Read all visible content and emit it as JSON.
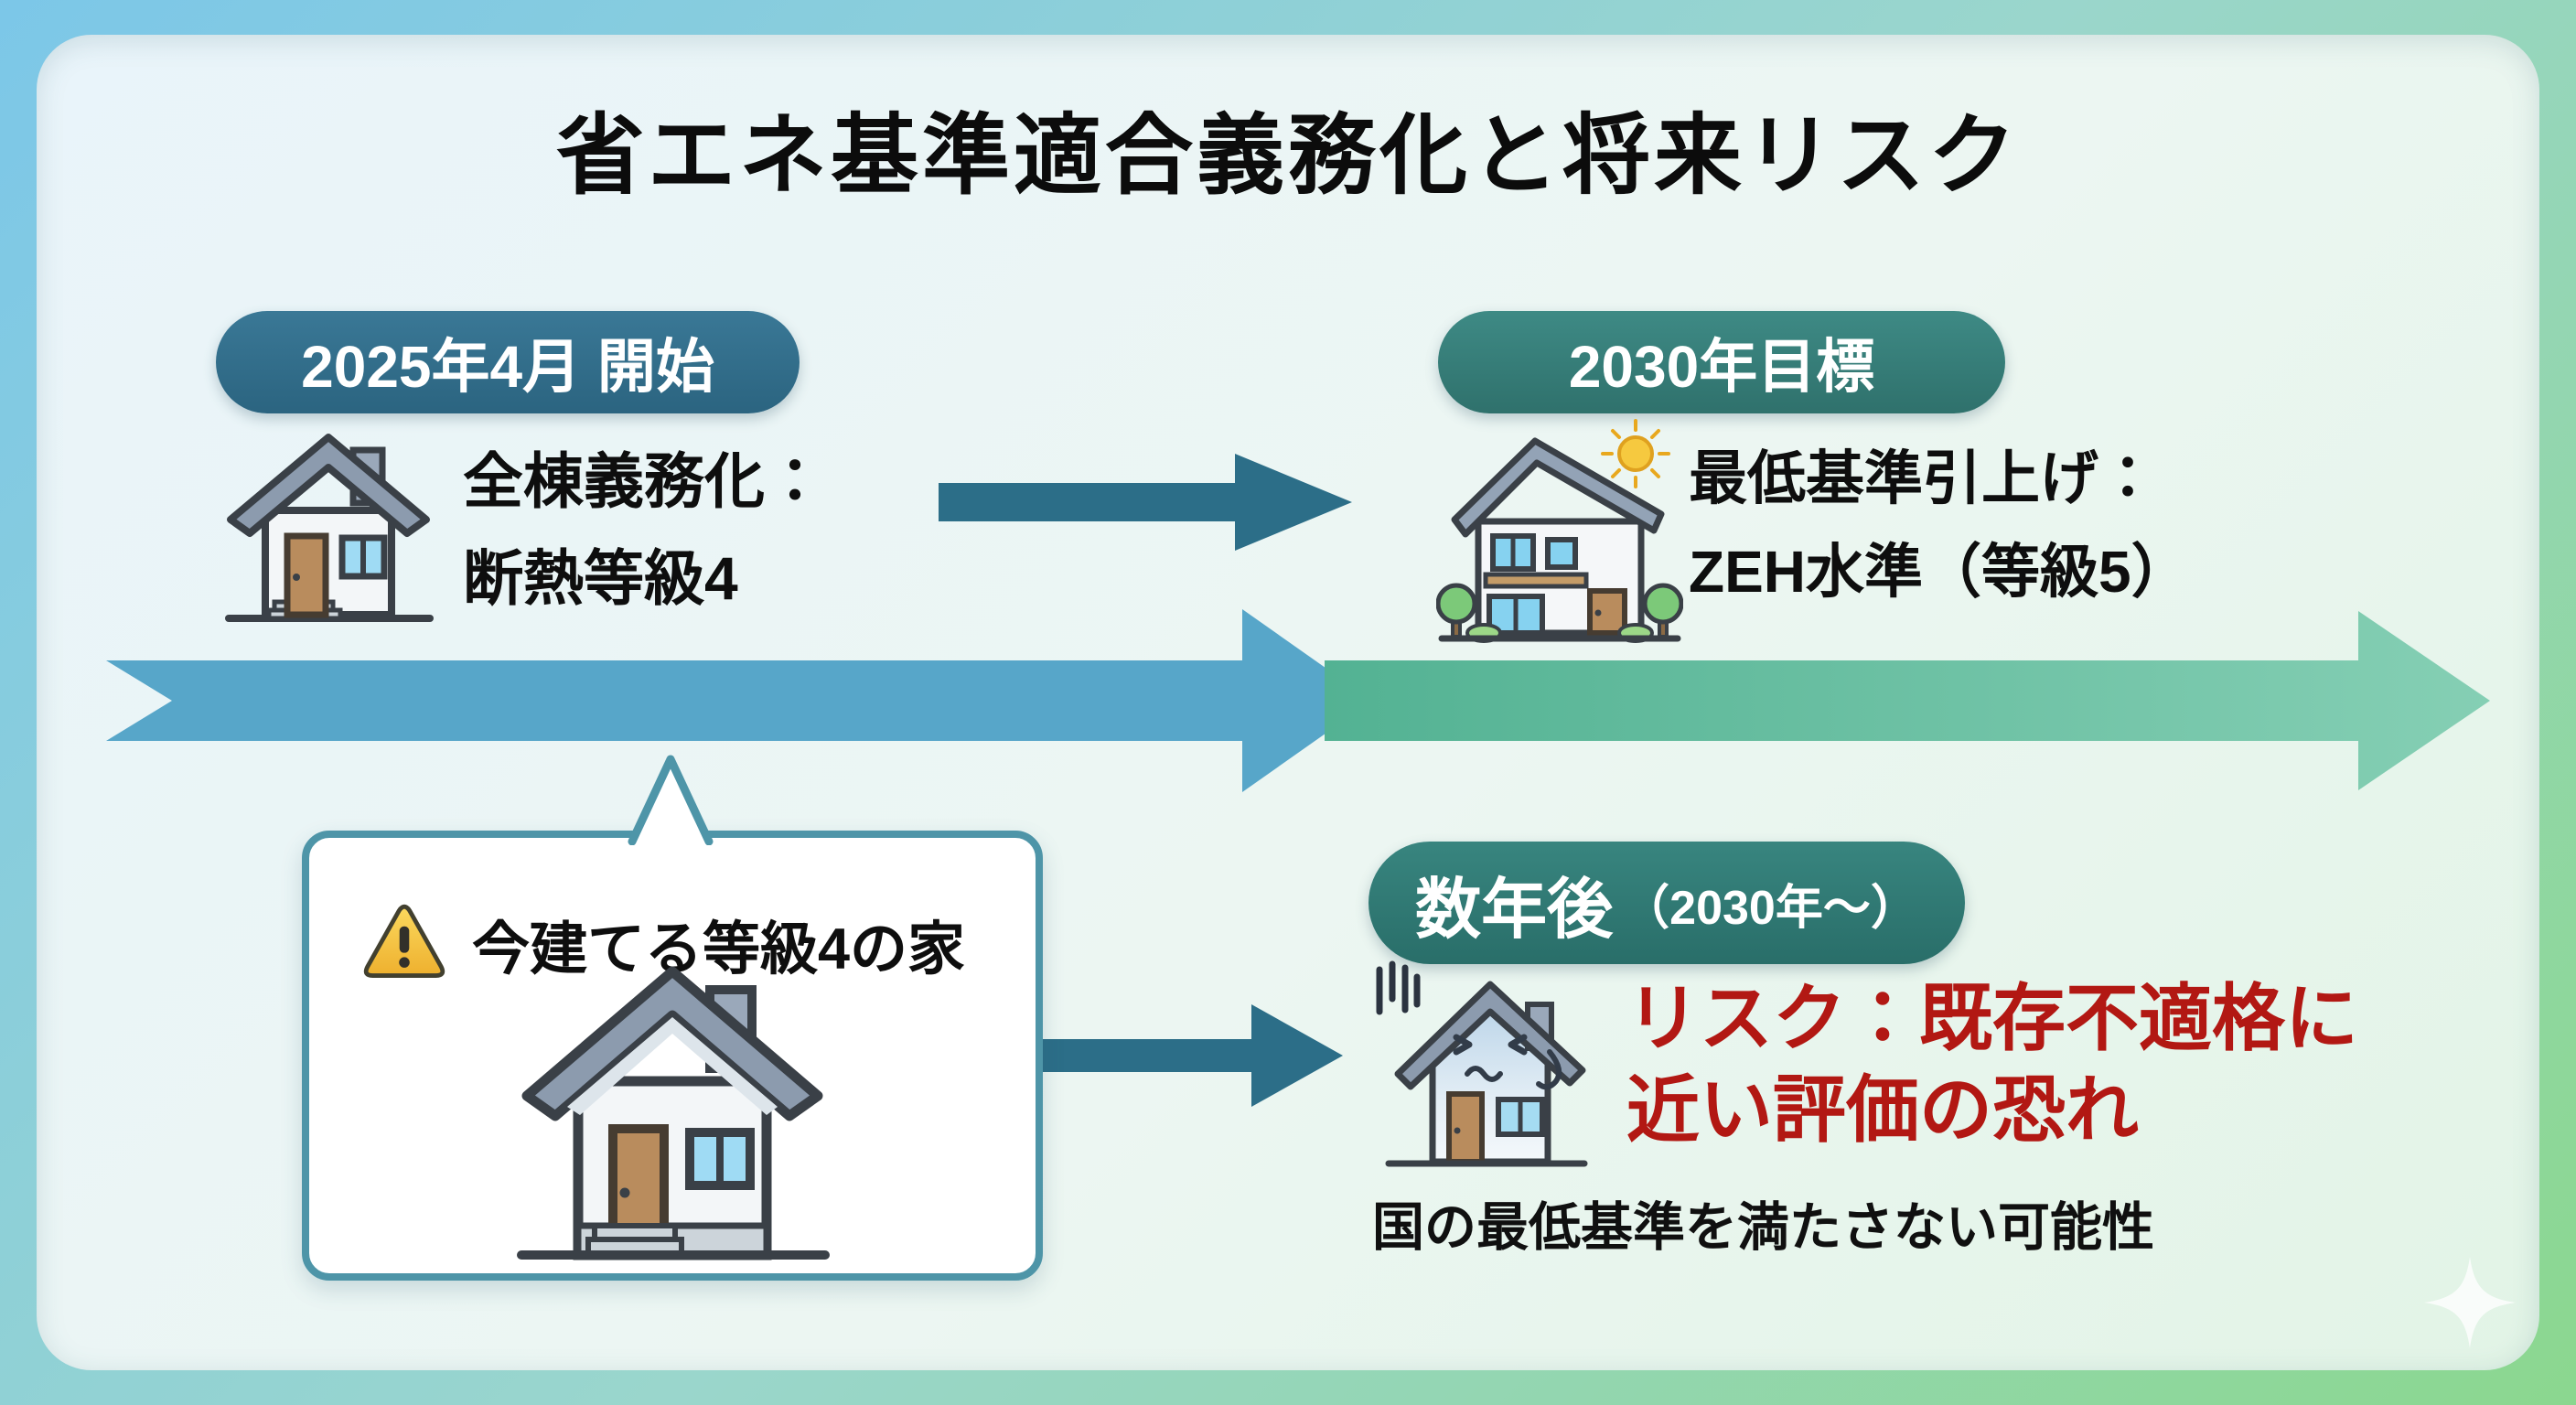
{
  "title": "省エネ基準適合義務化と将来リスク",
  "phase_2025": {
    "badge": "2025年4月 開始",
    "line1": "全棟義務化：",
    "line2": "断熱等級4",
    "icon": "house-grade4-icon"
  },
  "phase_2030": {
    "badge": "2030年目標",
    "line1": "最低基準引上げ：",
    "line2": "ZEH水準（等級5）",
    "icon": "house-zeh-icon"
  },
  "callout": {
    "label": "今建てる等級4の家",
    "icon": "warning-icon"
  },
  "risk": {
    "badge_main": "数年後",
    "badge_sub": "（2030年〜）",
    "line1": "リスク：既存不適格に",
    "line2": "近い評価の恐れ",
    "note": "国の最低基準を満たさない可能性",
    "icon": "house-distressed-icon"
  },
  "colors": {
    "badge_2025": "#2f6d8c",
    "badge_2030": "#35817c",
    "badge_future": "#2f7f7a",
    "arrow_blue": "#57a6c9",
    "arrow_green": "#5fba9b",
    "arrow_dark": "#2c6e88",
    "risk_red": "#b21813",
    "callout_border": "#4e95a8",
    "bg_outer_blue": "#7cc7e8",
    "bg_outer_green": "#8bd78f",
    "panel_blue": "#e9f4fa",
    "panel_green": "#e2f4e6"
  }
}
